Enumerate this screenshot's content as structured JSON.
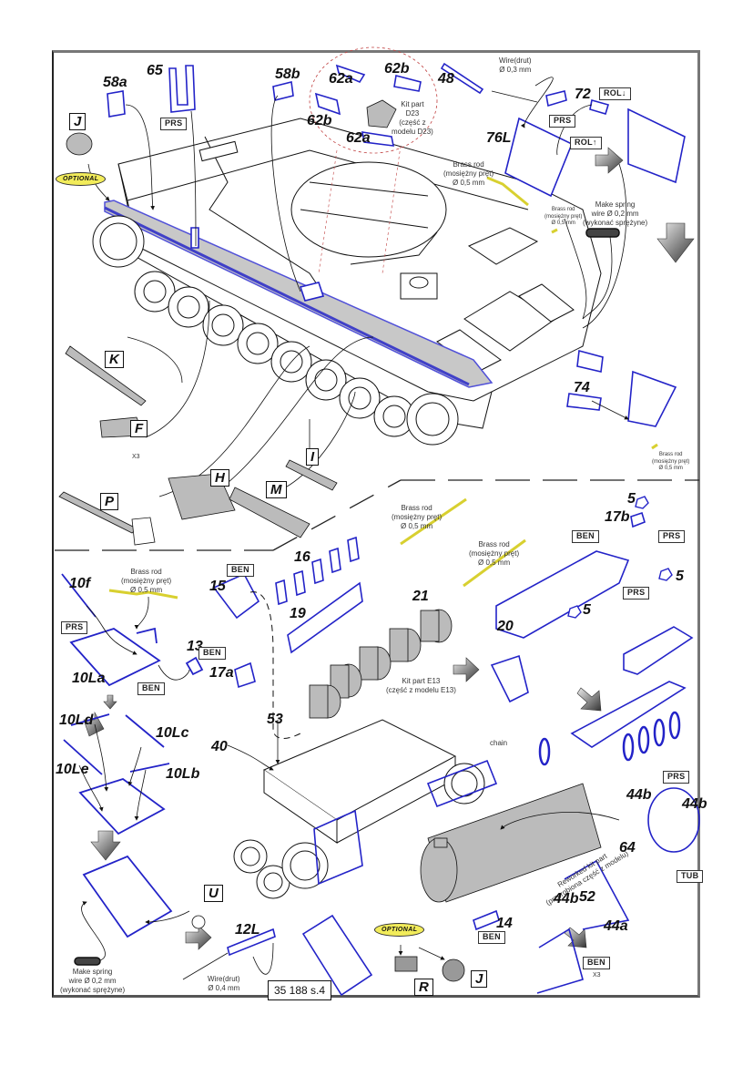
{
  "page": {
    "id": "35 188 s.4",
    "accent_colors": {
      "etch_part": "#2323c8",
      "brass": "#e8e040",
      "kit_part": "#c8c8c8",
      "highlight": "#8080e0",
      "optional_badge": "#f2ec5a"
    }
  },
  "part_labels": {
    "p58a": "58a",
    "p65": "65",
    "p58b": "58b",
    "p62a_top": "62a",
    "p62b_top": "62b",
    "p62b_left": "62b",
    "p62a_bottom": "62a",
    "p48": "48",
    "p72": "72",
    "p76L": "76L",
    "p74": "74",
    "p5_top": "5",
    "p17b": "17b",
    "p5_right": "5",
    "p5_mid": "5",
    "p20": "20",
    "p21": "21",
    "p16": "16",
    "p19": "19",
    "p15": "15",
    "p17a": "17a",
    "p13": "13",
    "p10f": "10f",
    "p10La": "10La",
    "p10Ld": "10Ld",
    "p10Lc": "10Lc",
    "p10Le": "10Le",
    "p10Lb": "10Lb",
    "p40": "40",
    "p53": "53",
    "p12L": "12L",
    "p14": "14",
    "p44b_a": "44b",
    "p44b_b": "44b",
    "p44b_c": "44b",
    "p64": "64",
    "p52": "52",
    "p44a": "44a"
  },
  "kit_subassembly_labels": {
    "J_top": "J",
    "K": "K",
    "F": "F",
    "P": "P",
    "H": "H",
    "M": "M",
    "I": "I",
    "U": "U",
    "R": "R",
    "J_bottom": "J"
  },
  "process_tags": {
    "prs_65": "PRS",
    "prs_76L": "PRS",
    "rol_down": "ROL↓",
    "rol_up": "ROL↑",
    "ben_17b": "BEN",
    "prs_17b": "PRS",
    "prs_20": "PRS",
    "prs_10La": "PRS",
    "ben_13": "BEN",
    "ben_10La": "BEN",
    "ben_15": "BEN",
    "ben_14": "BEN",
    "prs_44b": "PRS",
    "tub_64": "TUB",
    "ben_44a": "BEN"
  },
  "badges": {
    "optional_top": "OPTIONAL",
    "optional_bottom": "OPTIONAL"
  },
  "multipliers": {
    "F": "X3",
    "ben_44a": "X3"
  },
  "notes": {
    "kit_d23": "Kit part\nD23\n(część z\nmodelu D23)",
    "wire_03": "Wire(drut)\nØ 0,3 mm",
    "brass_76L": "Brass rod\n(mosiężny pręt)\nØ 0,5 mm",
    "brass_small_top": "Brass rod\n(mosiężny pręt)\nØ 0,5 mm",
    "spring_top": "Make spring\nwire Ø 0,2 mm\n(wykonać sprężyne)",
    "brass_74": "Brass rod\n(mosiężny pręt)\nØ 0,5 mm",
    "brass_16": "Brass rod\n(mosiężny pręt)\nØ 0,5 mm",
    "brass_21": "Brass rod\n(mosiężny pręt)\nØ 0,5 mm",
    "brass_10f": "Brass rod\n(mosiężny pręt)\nØ 0,5 mm",
    "kit_e13": "Kit part E13\n(część z modelu E13)",
    "chain": "chain",
    "reworked": "Reworked kit part\n(przerobiona część z modelu)",
    "spring_bottom": "Make spring\nwire Ø 0,2 mm\n(wykonać sprężyne)",
    "wire_04": "Wire(drut)\nØ 0,4 mm"
  }
}
